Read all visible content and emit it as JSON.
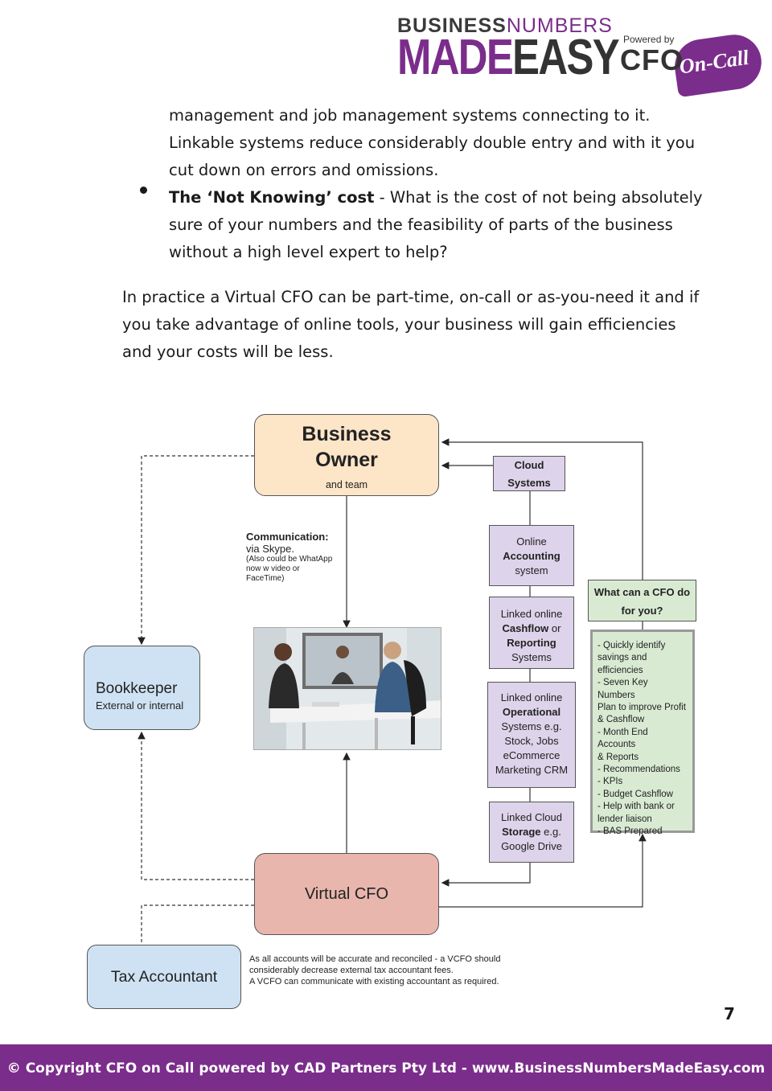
{
  "header": {
    "logo_line1_a": "BUSINESS",
    "logo_line1_b": "NUMBERS",
    "logo_line2_a": "MADE",
    "logo_line2_b": "EASY",
    "powered_by": "Powered by",
    "cfo": "CFO",
    "on_call": "On-Call"
  },
  "body": {
    "cont_line1": "management and job management systems connecting to it.",
    "cont_line2": "Linkable systems reduce considerably double entry and with it you",
    "cont_line3": "cut down on errors and omissions.",
    "bullet_bold": "The ‘Not Knowing’ cost",
    "bullet_line1": " - What is the cost of not being absolutely",
    "bullet_line2": "sure of your numbers and the feasibility of parts of the business",
    "bullet_line3": "without a high level expert to help?",
    "para_line1": "In practice a Virtual CFO can be part-time, on-call or as-you-need it and if",
    "para_line2": "you take advantage of online tools, your business will gain efficiencies",
    "para_line3": "and your costs will be less."
  },
  "diagram": {
    "owner_title": "Business\nOwner",
    "owner_sub": "and team",
    "virtual_cfo": "Virtual CFO",
    "bookkeeper": "Bookkeeper",
    "bookkeeper_sub": "External or internal",
    "tax_accountant": "Tax Accountant",
    "cloud_line1": "Cloud",
    "cloud_line2": "Systems",
    "acct_l1": "Online",
    "acct_l2": "Accounting",
    "acct_l3": "system",
    "cash_l1": "Linked online",
    "cash_l2a": "Cashflow",
    "cash_l2b": " or",
    "cash_l3": "Reporting",
    "cash_l4": "Systems",
    "oper_l1": "Linked online",
    "oper_l2": "Operational",
    "oper_l3": "Systems e.g.",
    "oper_l4": "Stock, Jobs",
    "oper_l5": "eCommerce",
    "oper_l6": "Marketing CRM",
    "stor_l1": "Linked Cloud",
    "stor_l2a": "Storage",
    "stor_l2b": "  e.g.",
    "stor_l3": "Google Drive",
    "question_l1": "What can a CFO do",
    "question_l2": "for you?",
    "benefits": [
      "- Quickly identify",
      "savings and",
      "efficiencies",
      "- Seven Key Numbers",
      "Plan to improve Profit",
      "& Cashflow",
      "- Month End Accounts",
      "& Reports",
      "- Recommendations",
      "- KPIs",
      "- Budget Cashflow",
      "- Help with bank or",
      "lender liaison",
      "- BAS Prepared"
    ],
    "comm_head": "Communication:",
    "comm_sub": "via Skype.",
    "comm_note1": "(Also could be WhatApp",
    "comm_note2": "now w video or",
    "comm_note3": "FaceTime)",
    "note_l1": "As all accounts will be accurate and reconciled - a VCFO should",
    "note_l2": "considerably decrease external tax accountant fees.",
    "note_l3": "A VCFO can communicate with existing accountant as required."
  },
  "page_number": "7",
  "footer": "© Copyright CFO on Call powered by CAD Partners Pty Ltd -  www.BusinessNumbersMadeEasy.com",
  "colors": {
    "brand_purple": "#7b2d8b",
    "owner_fill": "#fde5c8",
    "cfo_fill": "#e8b6ad",
    "blue_fill": "#cfe2f3",
    "purple_fill": "#ddd3ea",
    "green_fill": "#d9ead3"
  }
}
